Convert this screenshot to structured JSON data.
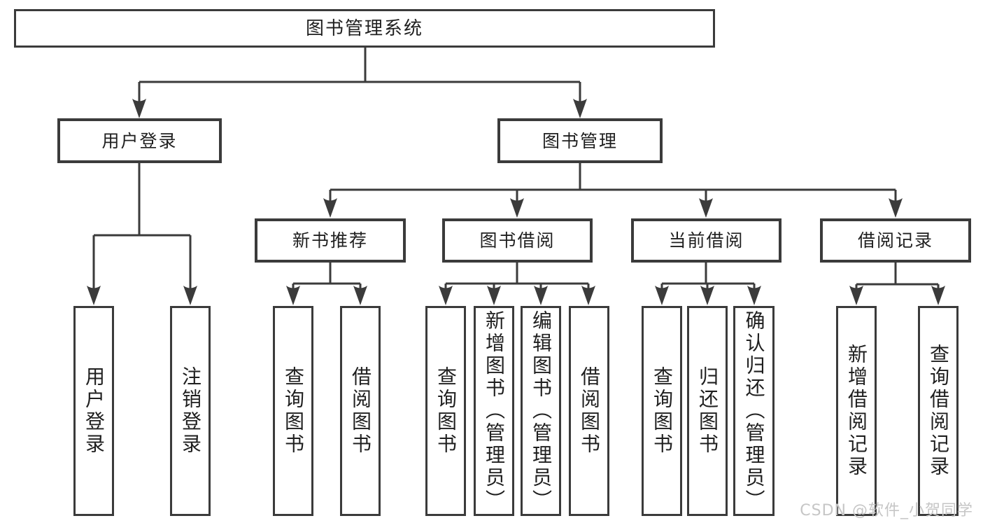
{
  "diagram": {
    "root": "图书管理系统",
    "level2": {
      "user_login": "用户登录",
      "book_mgmt": "图书管理"
    },
    "level3": {
      "new_books": "新书推荐",
      "borrowing": "图书借阅",
      "current": "当前借阅",
      "records": "借阅记录"
    },
    "leaves": {
      "user_login": [
        "用户登录",
        "注销登录"
      ],
      "new_books": [
        "查询图书",
        "借阅图书"
      ],
      "borrowing": [
        "查询图书",
        "新增图书（管理员）",
        "编辑图书（管理员）",
        "借阅图书"
      ],
      "current": [
        "查询图书",
        "归还图书",
        "确认归还（管理员）"
      ],
      "records": [
        "新增借阅记录",
        "查询借阅记录"
      ]
    }
  },
  "watermark": "CSDN @软件_小贺同学",
  "colors": {
    "line": "#3b3b3b",
    "text": "#1f1f1f",
    "watermark": "#c6c6c6",
    "background": "#ffffff"
  }
}
